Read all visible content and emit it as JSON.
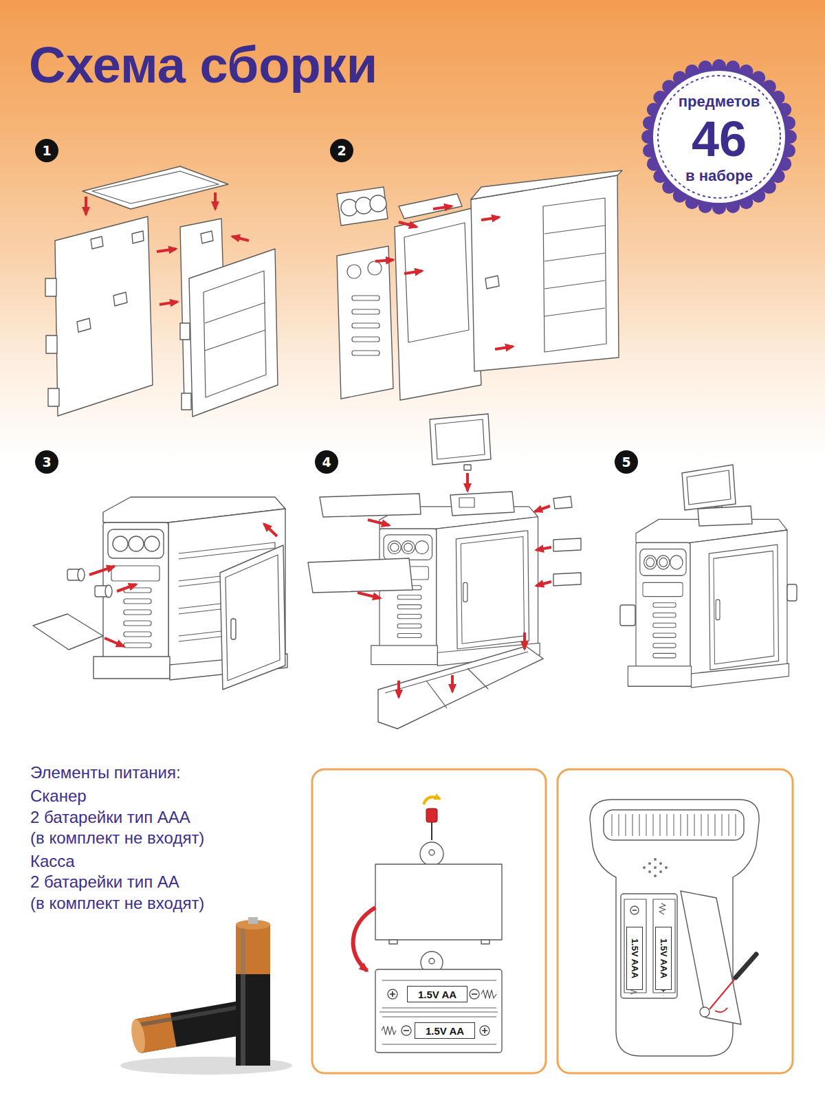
{
  "diagram": {
    "title": "Схема сборки",
    "nodes": [
      {
        "text": [
          "1"
        ]
      },
      {
        "text": [
          "2"
        ]
      },
      {
        "text": [
          "предметов",
          "46",
          "в наборе"
        ]
      },
      {
        "text": [
          "3"
        ]
      },
      {
        "text": [
          "4"
        ]
      },
      {
        "text": [
          "5"
        ]
      },
      {
        "text": [
          "1.5V AA"
        ]
      },
      {
        "text": [
          "1.5V AA"
        ]
      },
      {
        "text": [
          "1.5V AAA"
        ]
      },
      {
        "text": [
          "1.5V AAA"
        ]
      }
    ],
    "labels": [
      "Элементы питания:",
      "Сканер",
      "2 батарейки тип AAA",
      "(в комплект не входят)",
      "Касса",
      "2 батарейки тип AA",
      "(в комплект не входят)"
    ]
  }
}
